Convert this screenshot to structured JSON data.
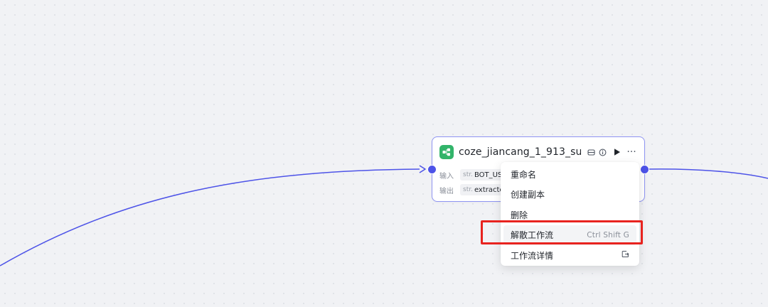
{
  "canvas": {
    "background_color": "#f1f2f5",
    "edge_color": "#4d53e8"
  },
  "node": {
    "title": "coze_jiancang_1_913_su···",
    "icon": "workflow-icon",
    "icon_color": "#32b46a",
    "border_color": "#8e94f2",
    "actions": [
      {
        "name": "database-icon"
      },
      {
        "name": "info-icon"
      },
      {
        "name": "run-icon"
      },
      {
        "name": "more-icon",
        "glyph": "···"
      }
    ],
    "input": {
      "label": "输入",
      "type": "str.",
      "name": "BOT_USE"
    },
    "output": {
      "label": "输出",
      "type": "str.",
      "name": "extracted"
    }
  },
  "context_menu": {
    "items": [
      {
        "label": "重命名",
        "shortcut": ""
      },
      {
        "label": "创建副本",
        "shortcut": ""
      },
      {
        "label": "删除",
        "shortcut": ""
      },
      {
        "label": "解散工作流",
        "shortcut": "Ctrl Shift G",
        "highlighted": true
      },
      {
        "label": "工作流详情",
        "shortcut": "",
        "icon": "open-external-icon"
      }
    ]
  },
  "annotation": {
    "color": "#e8231f"
  }
}
